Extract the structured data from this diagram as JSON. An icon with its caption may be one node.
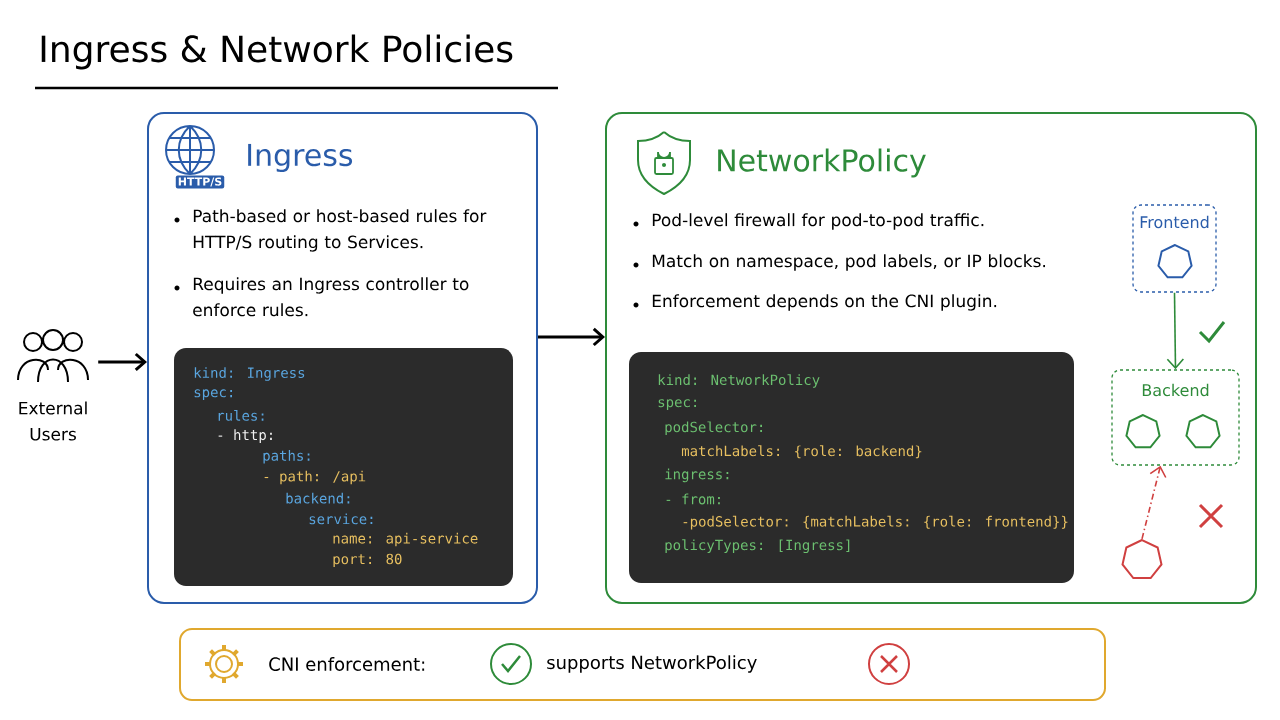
{
  "diagram": {
    "title": "Ingress & Network Policies",
    "nodes": [
      {
        "text": [
          "External Users"
        ]
      },
      {
        "text": [
          "Ingress",
          "Path-based or host-based rules for HTTP/S routing to Services.",
          "Requires an Ingress controller to enforce rules."
        ]
      },
      {
        "text": [
          "kind: Ingress",
          "spec:",
          "rules:",
          "- http:",
          "paths:",
          "- path: /api",
          "backend:",
          "service:",
          "name: api-service",
          "port: 80"
        ],
        "in": 1
      },
      {
        "text": [
          "NetworkPolicy",
          "Pod-level firewall for pod-to-pod traffic.",
          "Match on namespace, pod labels, or IP blocks.",
          "Enforcement depends on the CNI plugin."
        ]
      },
      {
        "text": [
          "kind: NetworkPolicy",
          "spec:",
          "podSelector:",
          "matchLabels: {role: backend}",
          "ingress:",
          "- from:",
          "-podSelector: {matchLabels: {role: frontend}}",
          "policyTypes: [Ingress]"
        ],
        "in": 3
      },
      {
        "text": [
          "Frontend"
        ],
        "in": 3
      },
      {
        "text": [
          "Backend"
        ],
        "in": 3
      },
      {
        "text": [],
        "shape": "hexagon",
        "in": 3
      },
      {
        "text": [
          "CNI enforcement:",
          "supports NetworkPolicy"
        ]
      }
    ],
    "edges": [
      {
        "from": 0,
        "to": 1,
        "arrow": "to"
      },
      {
        "from": 1,
        "to": 3,
        "arrow": "to"
      },
      {
        "from": 5,
        "to": 6,
        "arrow": "to",
        "color": "#2e8b3a"
      },
      {
        "from": 7,
        "to": 6,
        "arrow": "to",
        "style": "dashed",
        "color": "#d04040"
      }
    ],
    "labels": [
      "HTTP/S"
    ]
  }
}
